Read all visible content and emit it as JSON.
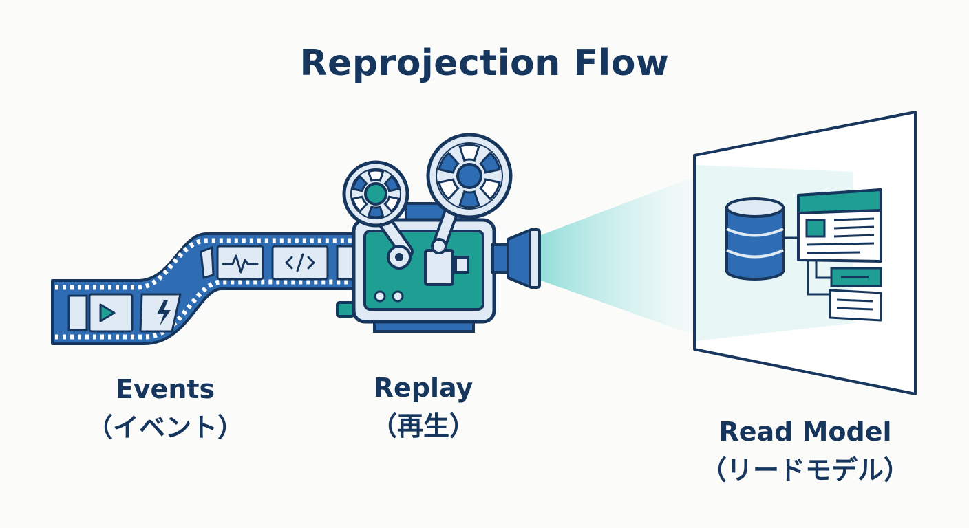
{
  "title": "Reprojection Flow",
  "stages": {
    "events": {
      "label": "Events",
      "sublabel": "（イベント）"
    },
    "replay": {
      "label": "Replay",
      "sublabel": "（再生）"
    },
    "read_model": {
      "label": "Read Model",
      "sublabel": "（リードモデル）"
    }
  },
  "frame_icons": [
    "play-icon",
    "lightning-icon",
    "pulse-icon",
    "code-icon"
  ],
  "colors": {
    "navy": "#17365d",
    "blue": "#2e6db4",
    "teal": "#1f9e94",
    "light_blue": "#dfeaf4",
    "beam": "#a8e3e0"
  }
}
